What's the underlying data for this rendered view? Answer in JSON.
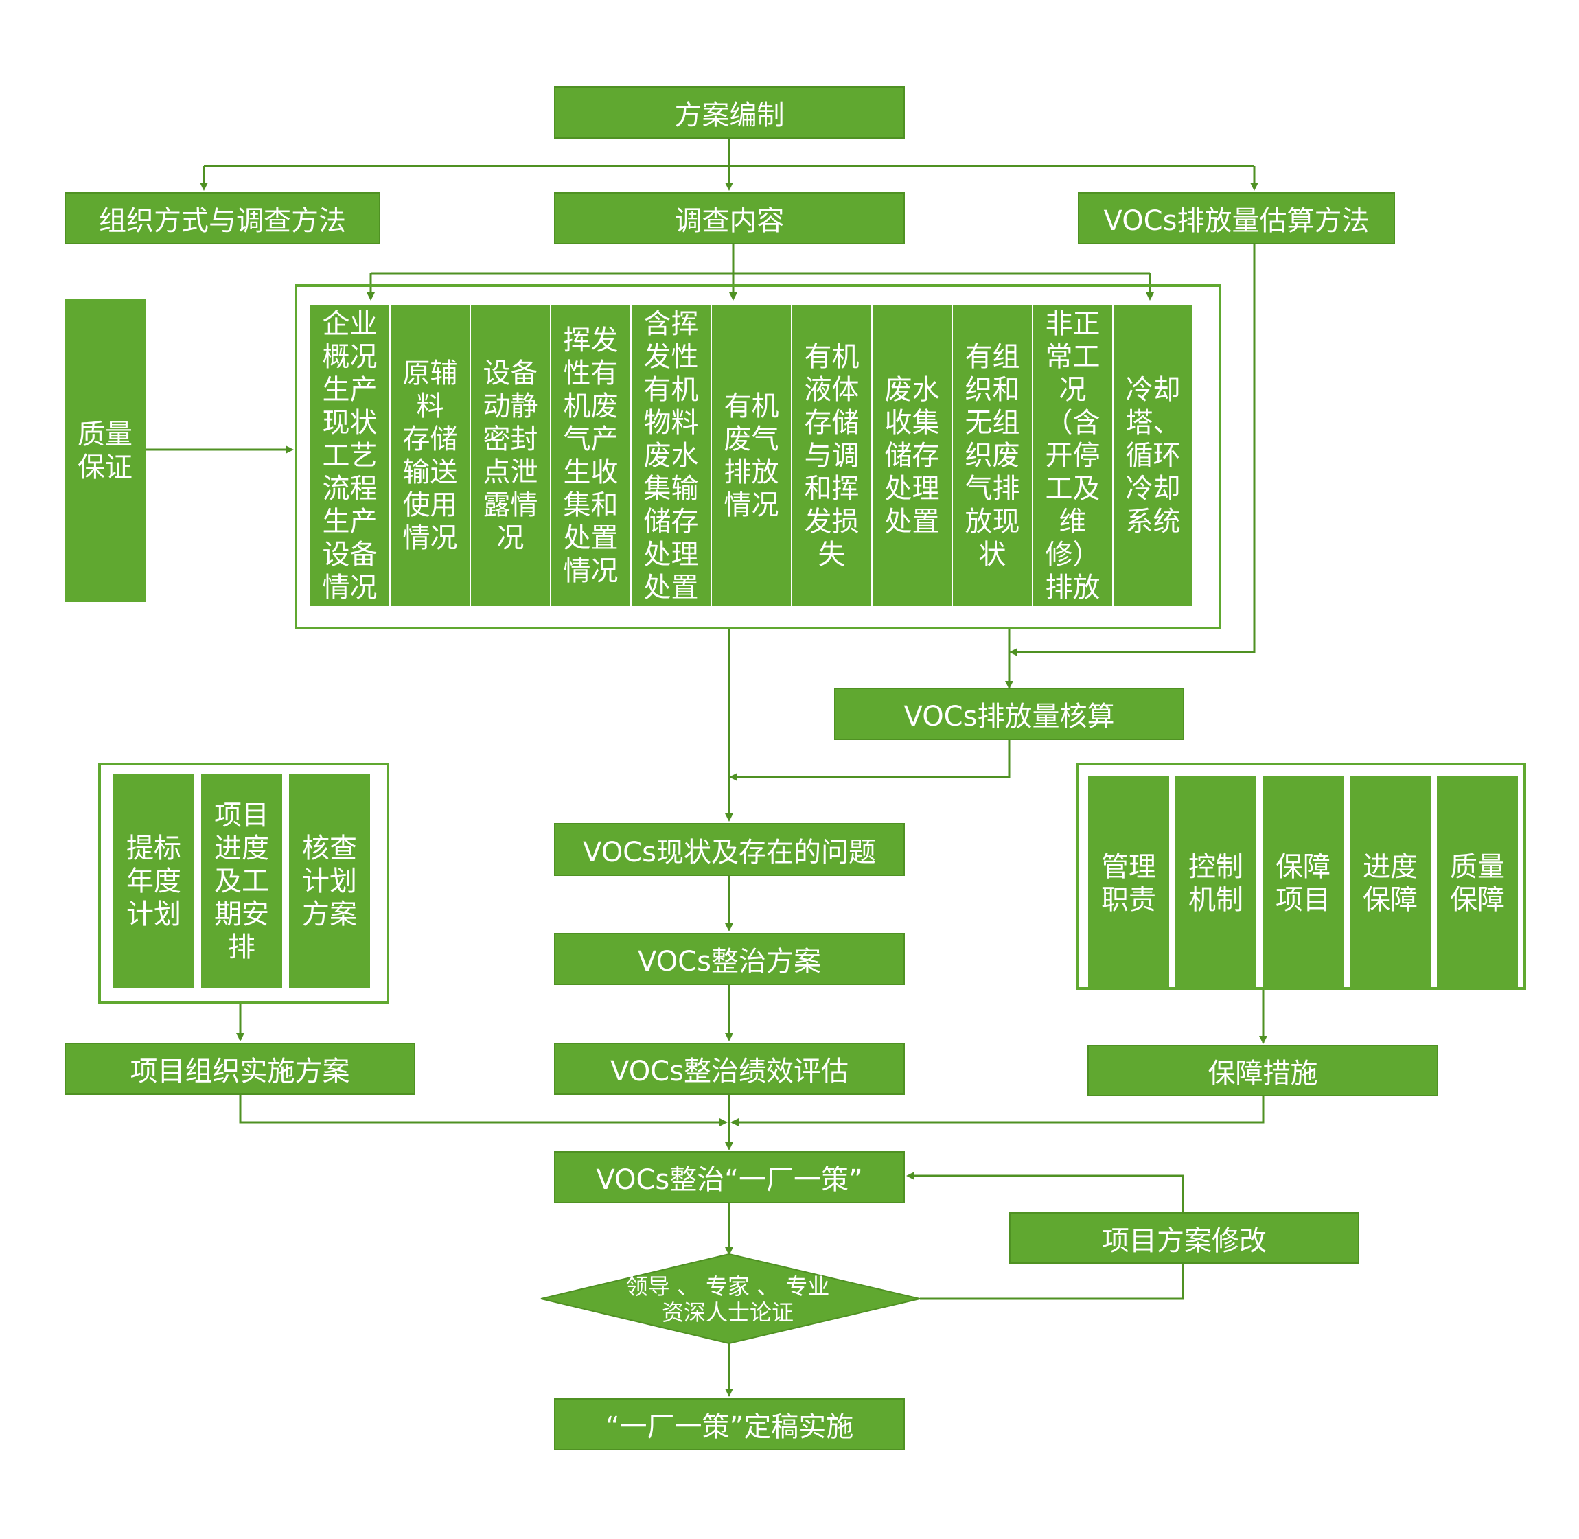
{
  "colors": {
    "fill": "#60a830",
    "stroke": "#4f9123",
    "line": "#4f9123",
    "text": "#ffffff"
  },
  "top": {
    "plan": "方案编制"
  },
  "branches": {
    "left": "组织方式与调查方法",
    "center": "调查内容",
    "right": "VOCs排放量估算方法"
  },
  "quality": "质量\n保证",
  "survey_items": [
    "企业\n概况\n生产\n现状\n工艺\n流程\n生产\n设备\n情况",
    "原辅\n料\n存储\n输送\n使用\n情况",
    "设备\n动静\n密封\n点泄\n露情\n况",
    "挥发\n性有\n机废\n气产\n生收\n集和\n处置\n情况",
    "含挥\n发性\n有机\n物料\n废水\n集输\n储存\n处理\n处置",
    "有机\n废气\n排放\n情况",
    "有机\n液体\n存储\n与调\n和挥\n发损\n失",
    "废水\n收集\n储存\n处理\n处置",
    "有组\n织和\n无组\n织废\n气排\n放现\n状",
    "非正\n常工\n况\n（含\n开停\n工及\n维\n修）\n排放",
    "冷却\n塔、\n循环\n冷却\n系统"
  ],
  "accounting": "VOCs排放量核算",
  "left_items": [
    "提标\n年度\n计划",
    "项目\n进度\n及工\n期安\n排",
    "核查\n计划\n方案"
  ],
  "right_items": [
    "管理\n职责",
    "控制\n机制",
    "保障\n项目",
    "进度\n保障",
    "质量\n保障"
  ],
  "main_flow": {
    "status": "VOCs现状及存在的问题",
    "plan": "VOCs整治方案",
    "evaluation": "VOCs整治绩效评估",
    "one_plant": "VOCs整治“一厂一策”",
    "review": "领导 、 专家 、 专业\n资深人士论证",
    "final": "“一厂一策”定稿实施"
  },
  "project_org": "项目组织实施方案",
  "safeguard": "保障措施",
  "revision": "项目方案修改"
}
